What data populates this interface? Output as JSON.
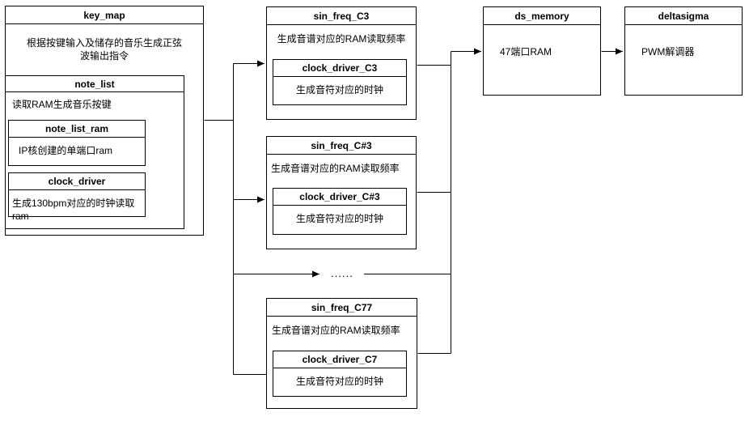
{
  "modules": {
    "key_map": {
      "title": "key_map",
      "desc": "根据按键输入及储存的音乐生成正弦波输出指令"
    },
    "note_list": {
      "title": "note_list",
      "desc": "读取RAM生成音乐按键"
    },
    "note_list_ram": {
      "title": "note_list_ram",
      "desc": "IP核创建的单端口ram"
    },
    "clock_driver": {
      "title": "clock_driver",
      "desc": "生成130bpm对应的时钟读取ram"
    },
    "sin_freq_c3": {
      "title": "sin_freq_C3",
      "desc": "生成音谱对应的RAM读取频率"
    },
    "clock_driver_c3": {
      "title": "clock_driver_C3",
      "desc": "生成音符对应的时钟"
    },
    "sin_freq_cs3": {
      "title": "sin_freq_C#3",
      "desc": "生成音谱对应的RAM读取频率"
    },
    "clock_driver_cs3": {
      "title": "clock_driver_C#3",
      "desc": "生成音符对应的时钟"
    },
    "sin_freq_c77": {
      "title": "sin_freq_C77",
      "desc": "生成音谱对应的RAM读取频率"
    },
    "clock_driver_c7": {
      "title": "clock_driver_C7",
      "desc": "生成音符对应的时钟"
    },
    "ds_memory": {
      "title": "ds_memory",
      "desc": "47端口RAM"
    },
    "deltasigma": {
      "title": "deltasigma",
      "desc": "PWM解调器"
    }
  },
  "connectors": {
    "ellipsis_label": "......"
  },
  "colors": {
    "line": "#000000",
    "box_fill": "#ffffff",
    "text": "#000000"
  }
}
